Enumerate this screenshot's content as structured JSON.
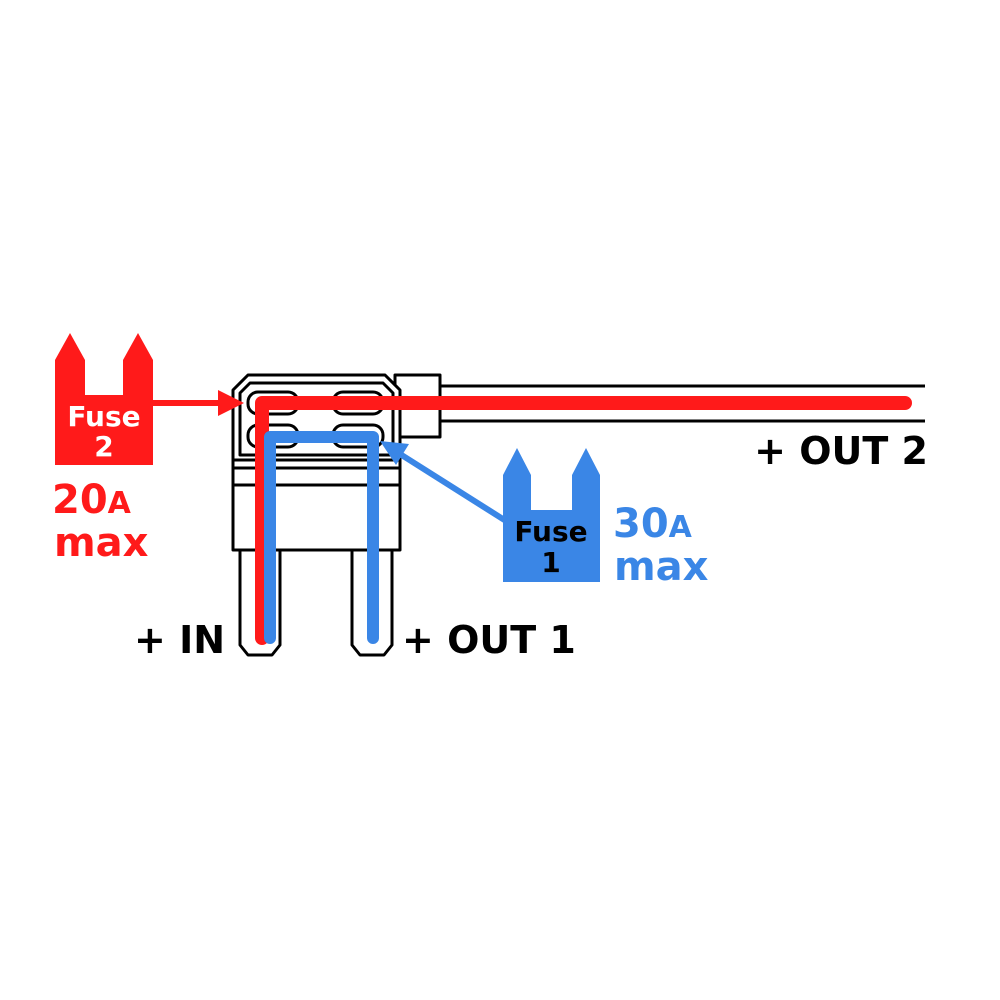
{
  "colors": {
    "fuse2": "#ff1a1a",
    "fuse1": "#3a86e6",
    "outline": "#000000",
    "background": "#ffffff",
    "fuse_label_light": "#ffffff",
    "fuse_label_dark": "#000000"
  },
  "fuse2": {
    "line1": "Fuse",
    "line2": "2",
    "rating_value": "20",
    "rating_unit": "A",
    "rating_word": "max"
  },
  "fuse1": {
    "line1": "Fuse",
    "line2": "1",
    "rating_value": "30",
    "rating_unit": "A",
    "rating_word": "max"
  },
  "terminals": {
    "in": "+ IN",
    "out1": "+ OUT 1",
    "out2": "+ OUT 2"
  }
}
